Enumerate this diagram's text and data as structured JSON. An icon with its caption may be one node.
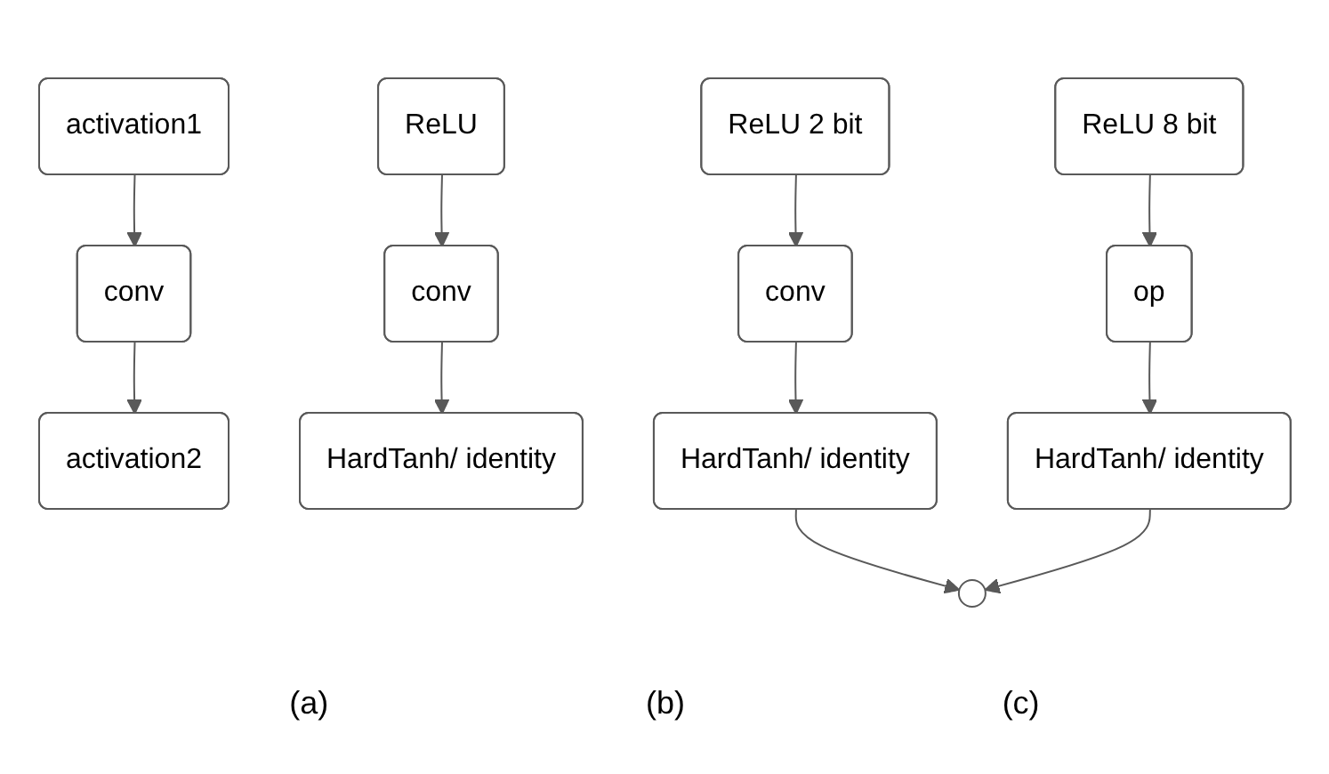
{
  "diagram": {
    "nodes": [
      {
        "text": [
          "activation1"
        ]
      },
      {
        "text": [
          "conv"
        ]
      },
      {
        "text": [
          "activation2"
        ]
      },
      {
        "text": [
          "ReLU"
        ]
      },
      {
        "text": [
          "conv"
        ]
      },
      {
        "text": [
          "HardTanh/ identity"
        ]
      },
      {
        "text": [
          "ReLU 2 bit"
        ]
      },
      {
        "text": [
          "ReLU 8 bit"
        ]
      },
      {
        "text": [
          "conv"
        ]
      },
      {
        "text": [
          "op"
        ]
      },
      {
        "text": [
          "HardTanh/ identity"
        ]
      },
      {
        "text": [
          "HardTanh/ identity"
        ]
      },
      {
        "text": [],
        "shape": "circle"
      }
    ],
    "edges": [
      {
        "from": 0,
        "to": 1,
        "arrow": "to"
      },
      {
        "from": 1,
        "to": 2,
        "arrow": "to"
      },
      {
        "from": 3,
        "to": 4,
        "arrow": "to"
      },
      {
        "from": 4,
        "to": 5,
        "arrow": "to"
      },
      {
        "from": 6,
        "to": 8,
        "arrow": "to"
      },
      {
        "from": 7,
        "to": 9,
        "arrow": "to"
      },
      {
        "from": 8,
        "to": 10,
        "arrow": "to"
      },
      {
        "from": 9,
        "to": 11,
        "arrow": "to"
      },
      {
        "from": 10,
        "to": 12,
        "arrow": "to"
      },
      {
        "from": 11,
        "to": 12,
        "arrow": "to"
      }
    ],
    "labels": [
      "(a)",
      "(b)",
      "(c)"
    ]
  }
}
